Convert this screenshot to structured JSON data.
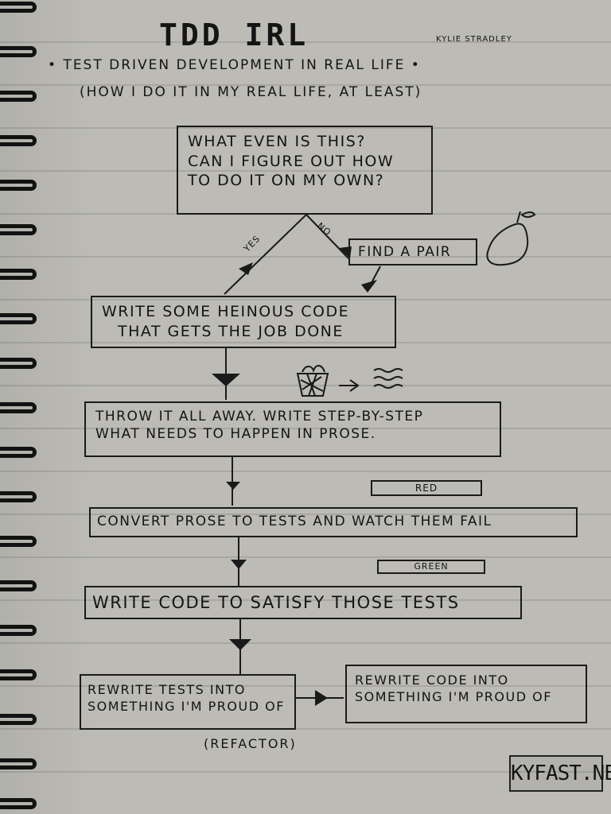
{
  "title": "TDD IRL",
  "author": "KYLIE STRADLEY",
  "subtitle_1": "• TEST DRIVEN DEVELOPMENT IN REAL LIFE •",
  "subtitle_2": "(HOW I DO IT IN MY REAL LIFE, AT LEAST)",
  "boxes": {
    "question": [
      "WHAT EVEN IS THIS?",
      "CAN I FIGURE OUT HOW",
      "TO DO IT ON MY OWN?"
    ],
    "find_pair": [
      "FIND A PAIR"
    ],
    "heinous": [
      "WRITE SOME HEINOUS CODE",
      "THAT GETS THE JOB DONE"
    ],
    "throw_away": [
      "THROW IT ALL AWAY. WRITE STEP-BY-STEP",
      "WHAT NEEDS TO HAPPEN IN PROSE."
    ],
    "convert": [
      "CONVERT PROSE TO TESTS AND WATCH THEM FAIL"
    ],
    "satisfy": [
      "WRITE CODE TO SATISFY THOSE TESTS"
    ],
    "rewrite_tests": [
      "REWRITE TESTS INTO",
      "SOMETHING I'M PROUD OF"
    ],
    "rewrite_code": [
      "REWRITE CODE INTO",
      "SOMETHING I'M PROUD OF"
    ]
  },
  "labels": {
    "yes": "YES",
    "no": "NO",
    "red": "RED",
    "green": "GREEN",
    "refactor": "(REFACTOR)"
  },
  "stamp": "KYFAST.NET",
  "icons": [
    "pear-icon",
    "trash-basket-icon",
    "wind-icon"
  ]
}
